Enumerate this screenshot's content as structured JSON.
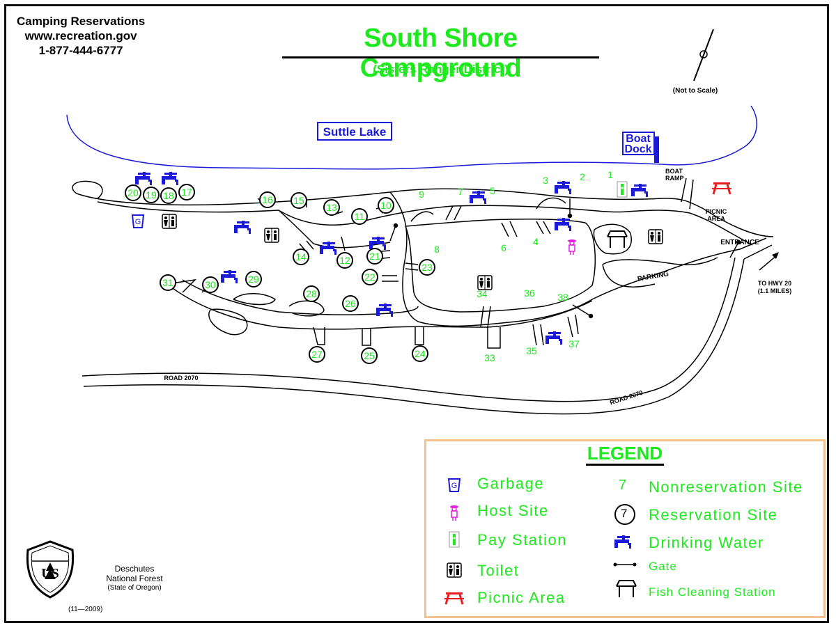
{
  "reservations": {
    "heading": "Camping Reservations",
    "website": "www.recreation.gov",
    "phone": "1-877-444-6777"
  },
  "map": {
    "title": "South Shore Campground",
    "subtitle": "(Sisters Ranger District)",
    "not_to_scale": "(Not to Scale)",
    "lake_label": "Suttle Lake",
    "boat_dock": [
      "Boat",
      "Dock"
    ],
    "boat_ramp": [
      "BOAT",
      "RAMP"
    ],
    "picnic_area": [
      "PICNIC",
      "AREA"
    ],
    "entrance": "ENTRANCE",
    "parking": "PARKING",
    "to_hwy": [
      "TO HWY 20",
      "(1.1 MILES)"
    ],
    "road_label_west": "ROAD 2070",
    "road_label_east": "ROAD 2070",
    "reservation_sites": [
      "20",
      "19",
      "18",
      "17",
      "16",
      "15",
      "13",
      "11",
      "10",
      "14",
      "12",
      "21",
      "23",
      "22",
      "31",
      "30",
      "29",
      "28",
      "26",
      "27",
      "25",
      "24"
    ],
    "nonreservation_sites": [
      "9",
      "7",
      "5",
      "3",
      "2",
      "1",
      "8",
      "6",
      "4",
      "34",
      "36",
      "38",
      "33",
      "35",
      "37"
    ]
  },
  "legend": {
    "title": "LEGEND",
    "garbage": "Garbage",
    "host_site": "Host Site",
    "pay_station": "Pay Station",
    "toilet": "Toilet",
    "picnic_area": "Picnic Area",
    "nonres_symbol": "7",
    "nonreservation_site": "Nonreservation Site",
    "res_symbol": "7",
    "reservation_site": "Reservation Site",
    "drinking_water": "Drinking Water",
    "gate": "Gate",
    "fish_cleaning": "Fish Cleaning Station",
    "garbage_symbol": "G"
  },
  "footer": {
    "forest_line1": "Deschutes",
    "forest_line2": "National Forest",
    "forest_line3": "(State of Oregon)",
    "date_code": "(11—2009)",
    "shield_letters": "US"
  },
  "colors": {
    "site_green": "#1ee81e",
    "water_blue": "#1a1ad8",
    "host_magenta": "#e01ee0",
    "picnic_red": "#e81e1e",
    "legend_border": "#f4c28c"
  }
}
